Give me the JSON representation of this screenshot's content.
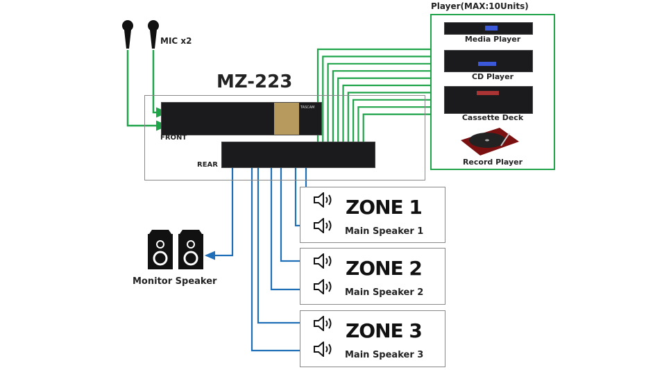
{
  "mixer": {
    "title": "MZ-223",
    "front_label": "FRONT",
    "rear_label": "REAR",
    "brand_text": "TASCAM"
  },
  "mics": {
    "label": "MIC  x2",
    "count": 2
  },
  "players": {
    "title": "Player(MAX:10Units)",
    "items": [
      {
        "label": "Media Player",
        "icon": "media-player-icon"
      },
      {
        "label": "CD Player",
        "icon": "cd-player-icon"
      },
      {
        "label": "Cassette Deck",
        "icon": "cassette-deck-icon"
      },
      {
        "label": "Record Player",
        "icon": "turntable-icon"
      }
    ],
    "line_color": "#1fa44a",
    "cable_count": 10
  },
  "zones": [
    {
      "title": "ZONE 1",
      "speaker_label": "Main Speaker 1"
    },
    {
      "title": "ZONE 2",
      "speaker_label": "Main Speaker 2"
    },
    {
      "title": "ZONE 3",
      "speaker_label": "Main Speaker 3"
    }
  ],
  "monitor": {
    "label": "Monitor Speaker"
  },
  "colors": {
    "input_cable": "#1fa44a",
    "output_cable": "#1f6fb8",
    "box_border": "#888888"
  }
}
